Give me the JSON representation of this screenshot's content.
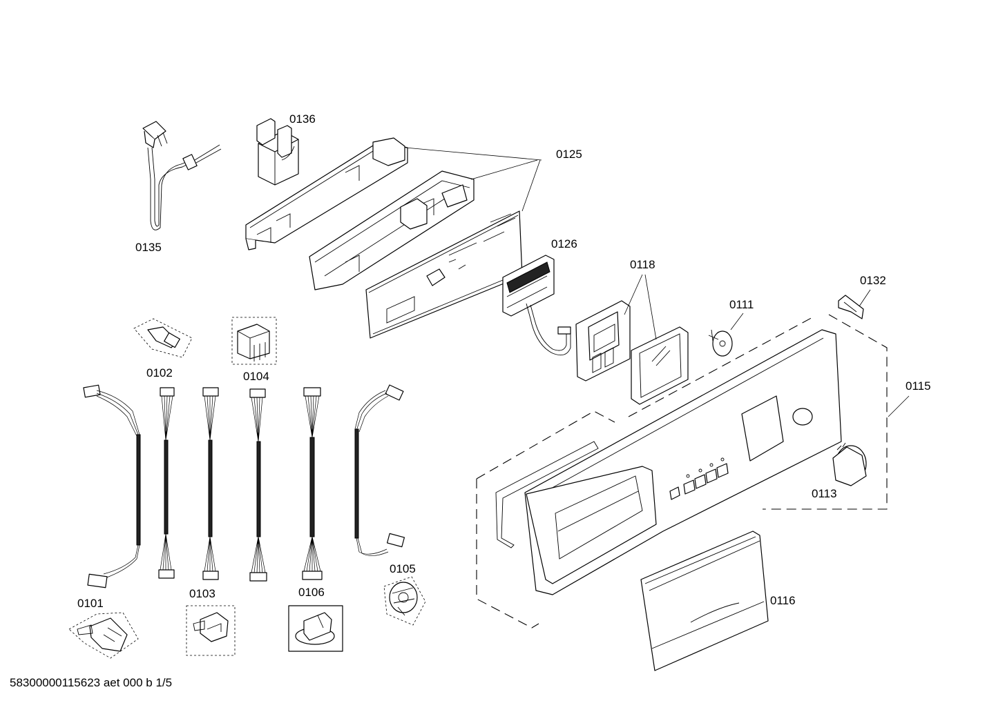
{
  "diagram": {
    "document_id": "58300000115623 aet 000 b 1/5",
    "labels": {
      "p0101": "0101",
      "p0102": "0102",
      "p0103": "0103",
      "p0104": "0104",
      "p0105": "0105",
      "p0106": "0106",
      "p0111": "0111",
      "p0113": "0113",
      "p0115": "0115",
      "p0116": "0116",
      "p0118": "0118",
      "p0125": "0125",
      "p0126": "0126",
      "p0132": "0132",
      "p0135": "0135",
      "p0136": "0136"
    }
  }
}
